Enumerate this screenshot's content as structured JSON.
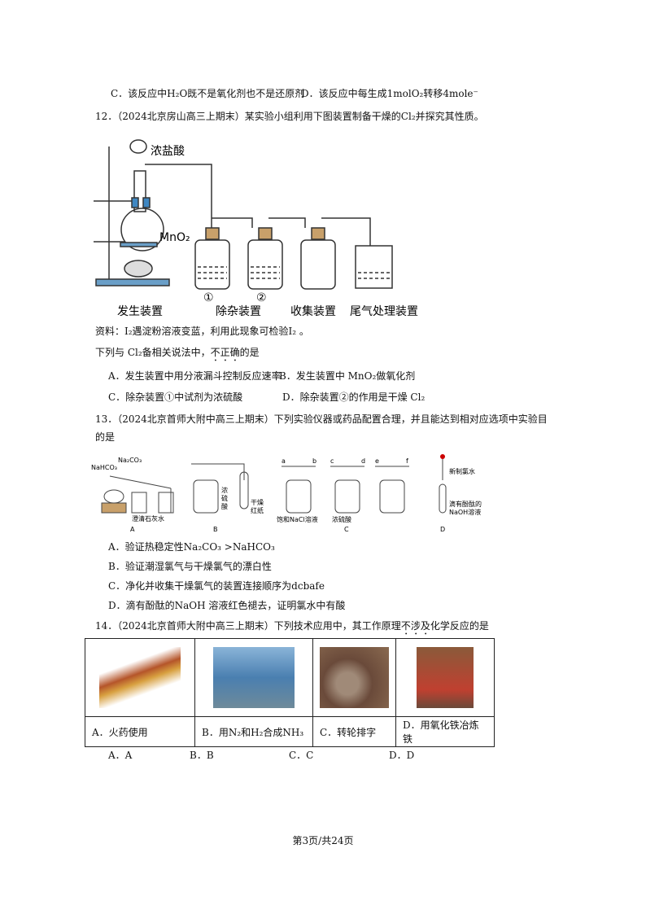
{
  "q11": {
    "optC": "C．该反应中H₂O既不是氧化剂也不是还原剂",
    "optD": "D．该反应中每生成1molO₂转移4mole⁻"
  },
  "q12": {
    "stem": "12．（2024北京房山高三上期末）某实验小组利用下图装置制备干燥的Cl₂并探究其性质。",
    "fig": {
      "acid": "浓盐酸",
      "mno2": "MnO₂",
      "n1": "①",
      "n2": "②",
      "gen": "发生装置",
      "purify": "除杂装置",
      "collect": "收集装置",
      "tail": "尾气处理装置"
    },
    "info": "资料：I₂遇淀粉溶液变蓝，利用此现象可检验I₂ 。",
    "ask_pre": "下列与 Cl₂备相关说法中，",
    "ask_dot": "不正确",
    "ask_post": "的是",
    "A": "A．发生装置中用分液漏斗控制反应速率",
    "B": "B．发生装置中 MnO₂做氧化剂",
    "C": "C．除杂装置①中试剂为浓硫酸",
    "D": "D．除杂装置②的作用是干燥 Cl₂"
  },
  "q13": {
    "stem1": "13．（2024北京首师大附中高三上期末）下列实验仪器或药品配置合理，并且能达到相对应选项中实验目",
    "stem2": "的是",
    "fig": {
      "na2co3": "Na₂CO₃",
      "nahco3": "NaHCO₃",
      "lime": "澄清石灰水",
      "A": "A",
      "acid1": "浓",
      "acid2": "硫",
      "acid3": "酸",
      "dry1": "干燥",
      "dry2": "红纸",
      "B": "B",
      "a": "a",
      "b": "b",
      "c": "c",
      "d": "d",
      "e": "e",
      "f": "f",
      "nacl": "饱和NaCl溶液",
      "h2so4": "浓硫酸",
      "C": "C",
      "clw": "新制氯水",
      "phen1": "滴有酚酞的",
      "phen2": "NaOH溶液",
      "D": "D"
    },
    "A": "A．验证热稳定性Na₂CO₃ >NaHCO₃",
    "B": "B．验证潮湿氯气与干燥氯气的漂白性",
    "C": "C．净化并收集干燥氯气的装置连接顺序为dcbafe",
    "D": "D．滴有酚酞的NaOH 溶液红色褪去，证明氯水中有酸"
  },
  "q14": {
    "stem_pre": "14．（2024北京首师大附中高三上期末）下列技术应用中，其工作原理",
    "stem_dot": "不涉及",
    "stem_post": "化学反应的是",
    "cells": [
      "A．火药使用",
      "B．用N₂和H₂合成NH₃",
      "C．转轮排字",
      "D．用氧化铁冶炼铁"
    ],
    "answers": [
      "A．A",
      "B．B",
      "C．C",
      "D．D"
    ]
  },
  "footer": "第3页/共24页"
}
